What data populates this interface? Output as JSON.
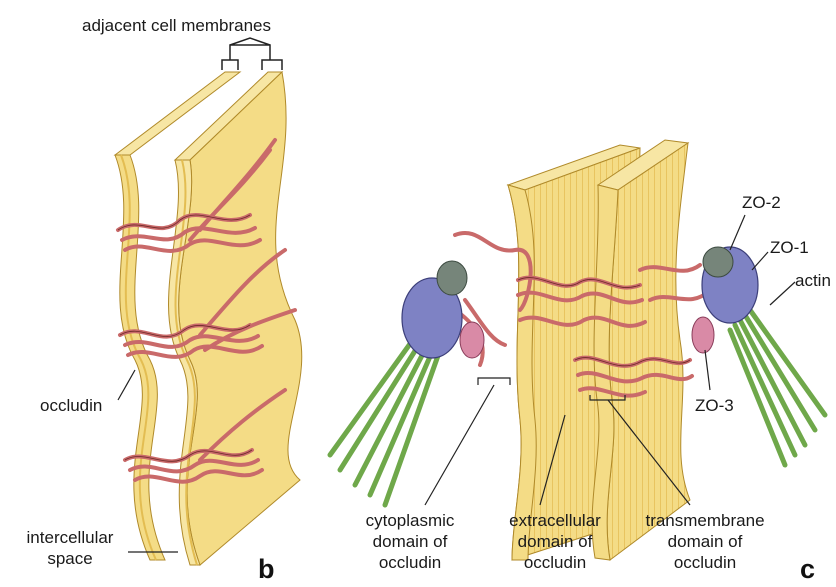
{
  "colors": {
    "membrane_fill": "#f4dc86",
    "membrane_stripe": "#e3bd52",
    "membrane_edge": "#b08a2a",
    "occludin_strand": "#c96a6a",
    "occludin_edge": "#6e2a2a",
    "zo1": "#7e82c4",
    "zo2": "#76857a",
    "zo3": "#d98aa6",
    "actin": "#6fa84a"
  },
  "panel_b": {
    "title": "adjacent cell membranes",
    "labels": {
      "occludin": "occludin",
      "intercellular_space": [
        "intercellular",
        "space"
      ]
    },
    "panel_letter": "b"
  },
  "panel_c": {
    "labels": {
      "zo2": "ZO-2",
      "zo1": "ZO-1",
      "actin": "actin",
      "zo3": "ZO-3",
      "cytoplasmic": [
        "cytoplasmic",
        "domain of",
        "occludin"
      ],
      "extracellular": [
        "extracellular",
        "domain of",
        "occludin"
      ],
      "transmembrane": [
        "transmembrane",
        "domain of",
        "occludin"
      ]
    },
    "panel_letter": "c"
  }
}
